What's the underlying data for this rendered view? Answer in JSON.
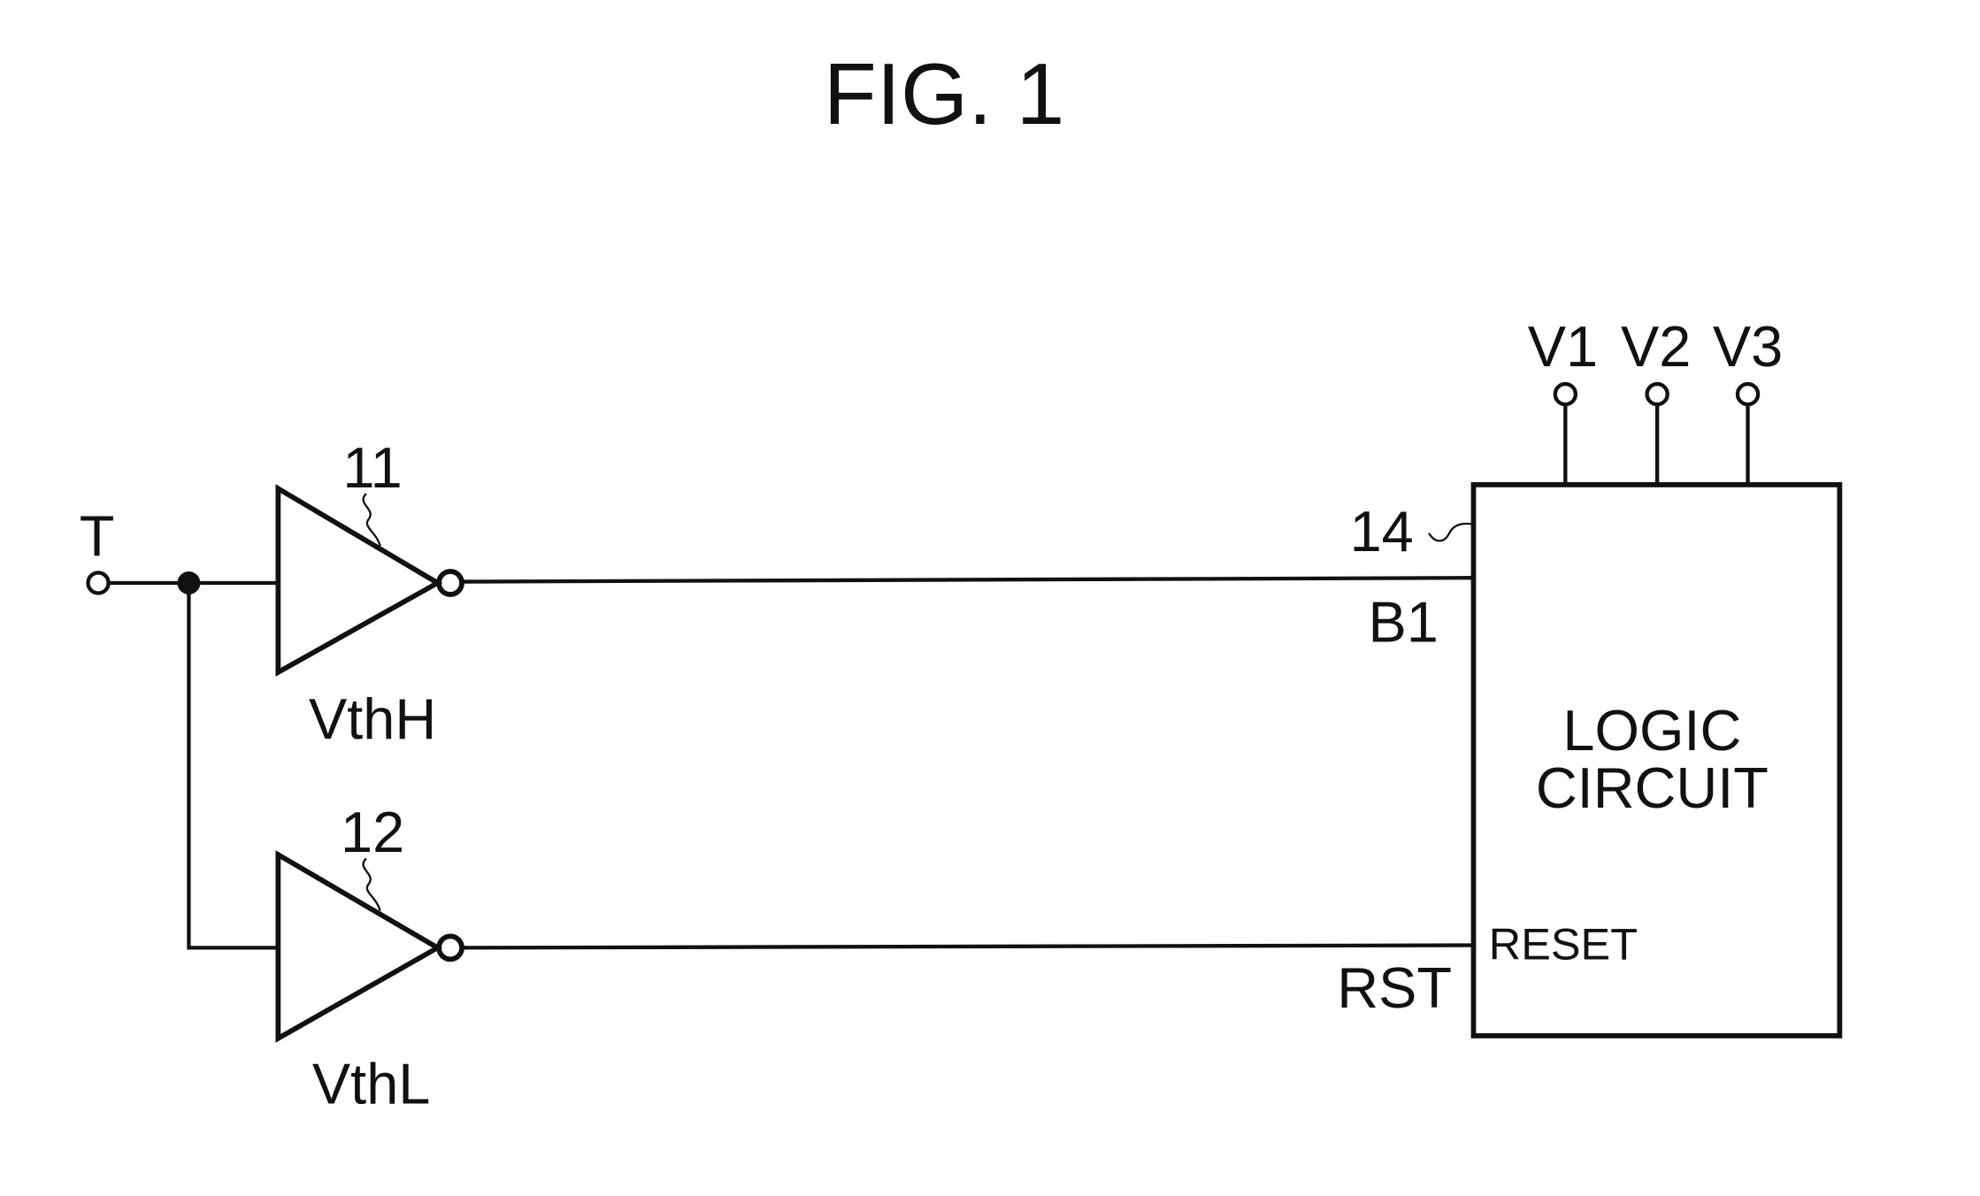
{
  "figure": {
    "title": "FIG. 1"
  },
  "terminals": {
    "input": "T",
    "v1": "V1",
    "v2": "V2",
    "v3": "V3"
  },
  "inverters": [
    {
      "ref": "11",
      "threshold": "VthH"
    },
    {
      "ref": "12",
      "threshold": "VthL"
    }
  ],
  "logic_circuit": {
    "ref": "14",
    "label_line1": "LOGIC",
    "label_line2": "CIRCUIT",
    "reset_port": "RESET"
  },
  "signals": {
    "b1": "B1",
    "rst": "RST"
  }
}
